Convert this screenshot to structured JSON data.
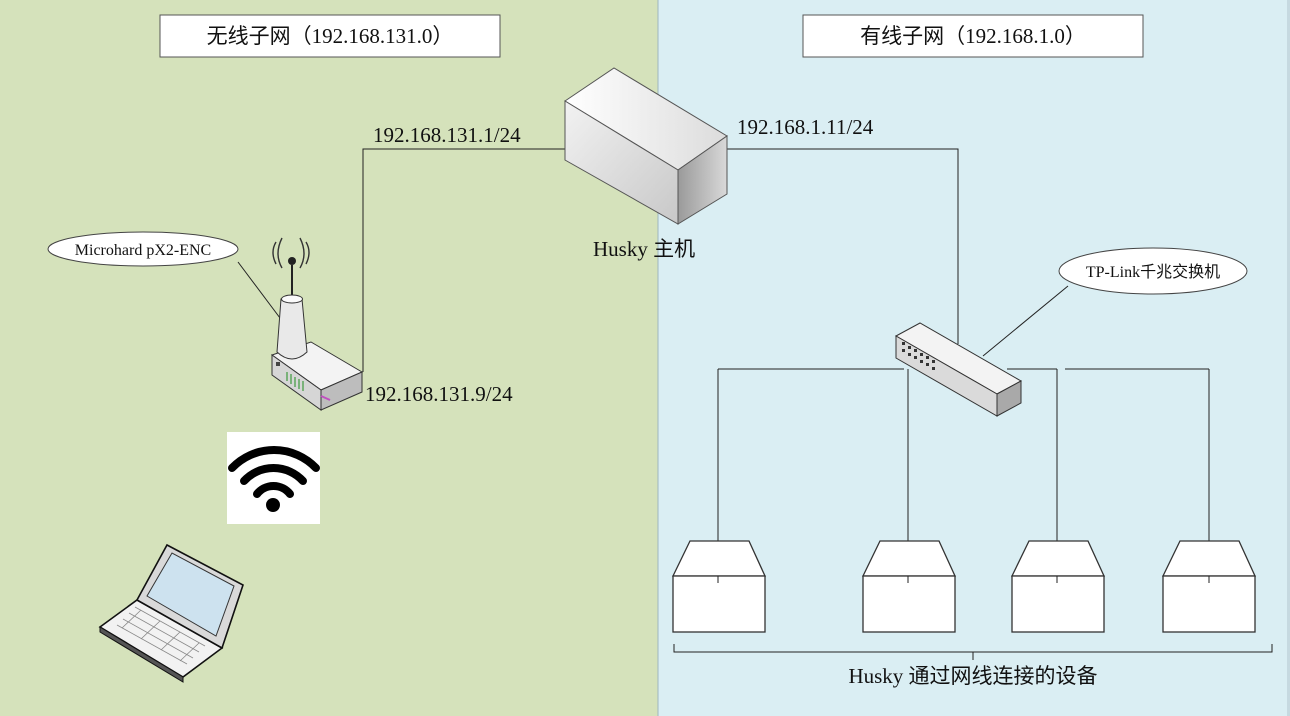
{
  "wireless_subnet": {
    "title": "无线子网（192.168.131.0）",
    "bg_color": "#d5e2bb"
  },
  "wired_subnet": {
    "title": "有线子网（192.168.1.0）",
    "bg_color": "#daeef3"
  },
  "host": {
    "label": "Husky 主机",
    "ip_wireless": "192.168.131.1/24",
    "ip_wired": "192.168.1.11/24"
  },
  "radio": {
    "label": "Microhard pX2-ENC",
    "ip": "192.168.131.9/24"
  },
  "switch": {
    "label": "TP-Link千兆交换机"
  },
  "devices": {
    "label": "Husky 通过网线连接的设备",
    "count": 4
  },
  "icons": [
    "wifi-icon",
    "laptop-icon",
    "server-icon",
    "router-icon",
    "switch-icon",
    "box-icon"
  ]
}
